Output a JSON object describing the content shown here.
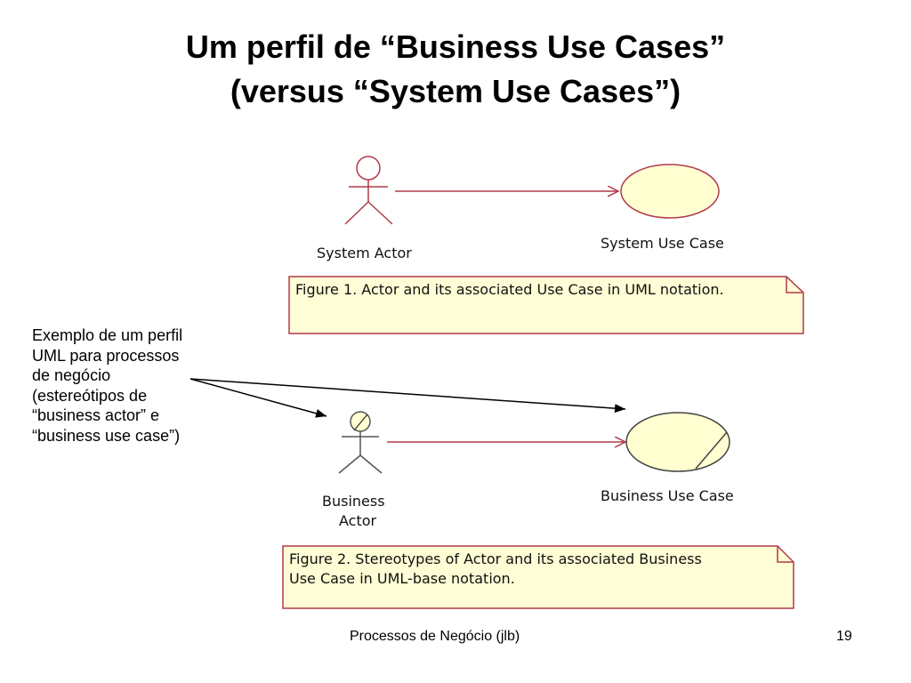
{
  "slide": {
    "title_line1": "Um perfil de “Business Use Cases”",
    "title_line2": "(versus “System Use Cases”)"
  },
  "side_note": {
    "lines": [
      "Exemplo de um perfil",
      "UML para processos",
      "de negócio",
      "(estereótipos de",
      "“business actor” e",
      "“business use case”)"
    ]
  },
  "figure1": {
    "actor_label": "System Actor",
    "usecase_label": "System Use Case",
    "caption": "Figure 1. Actor and its associated Use Case in UML notation."
  },
  "figure2": {
    "actor_label_line1": "Business",
    "actor_label_line2": "Actor",
    "usecase_label": "Business Use Case",
    "caption_line1": "Figure 2. Stereotypes of Actor and its associated Business",
    "caption_line2": "Use Case in UML-base notation."
  },
  "footer": {
    "center": "Processos de Negócio (jlb)",
    "page": "19"
  },
  "colors": {
    "uml_line": "#b03a4a",
    "fill_yellow": "#ffffd2",
    "note_fill": "#fffdd5",
    "pointer_arrow": "#000000"
  },
  "icons": {
    "system_actor": "stick-figure-icon",
    "system_use_case": "ellipse-icon",
    "business_actor": "business-actor-icon",
    "business_use_case": "business-use-case-icon",
    "note_corner": "folded-corner-icon"
  }
}
